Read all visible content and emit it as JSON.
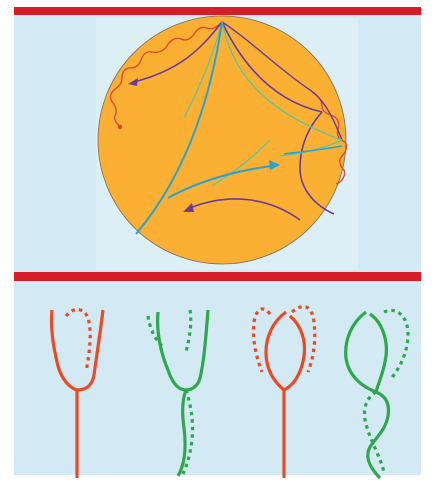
{
  "colors": {
    "background": "#d3e9f3",
    "background_center": "#ddeff6",
    "frame": "#ffffff",
    "divider": "#d41f2a",
    "disk_fill": "#fbb034",
    "disk_stroke": "#7b6a58",
    "red_curve": "#e0432b",
    "purple_curve": "#6a3b9b",
    "cyan_curve": "#27a3d1",
    "lightgreen_curve": "#5ec49a",
    "teal_curve": "#3aa58a",
    "braid_red": "#ea4a24",
    "braid_green": "#2ea84a"
  },
  "panels": {
    "top": {
      "content": "hyperbolic-disk-with-geodesics"
    },
    "bottom": {
      "content": "four-braid-strand-diagrams",
      "count": 4
    }
  }
}
